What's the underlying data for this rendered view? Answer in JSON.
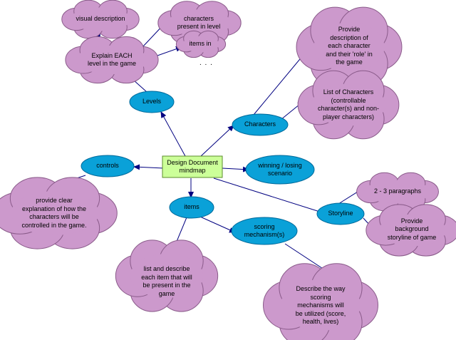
{
  "colors": {
    "cloud_fill": "#cc99cc",
    "cloud_stroke": "#8a5b8a",
    "oval_fill": "#0aa1d8",
    "oval_stroke": "#00699a",
    "center_fill": "#ccff99",
    "center_stroke": "#5b8c2b",
    "edge": "#000080",
    "background": "#ffffff"
  },
  "center": {
    "label": "Design Document\nmindmap"
  },
  "topics": {
    "levels": "Levels",
    "characters": "Characters",
    "controls": "controls",
    "items": "items",
    "scoring": "scoring\nmechanism(s)",
    "storyline": "Storyline",
    "winning": "winning / losing\nscenario"
  },
  "notes": {
    "explain": "Explain EACH\nlevel in the game",
    "visual": "visual description",
    "chars_in_level": "characters\npresent in level",
    "items_in": "items in",
    "items_in_more": ". . .",
    "provide_desc": "Provide\ndescription of\neach character\nand their 'role' in\nthe game",
    "list_chars": "List of Characters\n(controllable\ncharacter(s) and non-\nplayer characters)",
    "controls_expl": "provide clear\nexplanation of how the\ncharacters will be\ncontrolled in the game.",
    "items_list": "list and describe\neach item that will\nbe present in the\ngame",
    "scoring_desc": "Describe the way\nscoring\nmechanisms will\nbe utilized (score,\nhealth, lives)",
    "paragraphs": "2 - 3 paragraphs",
    "background_story": "Provide\nbackground\nstoryline of game"
  }
}
